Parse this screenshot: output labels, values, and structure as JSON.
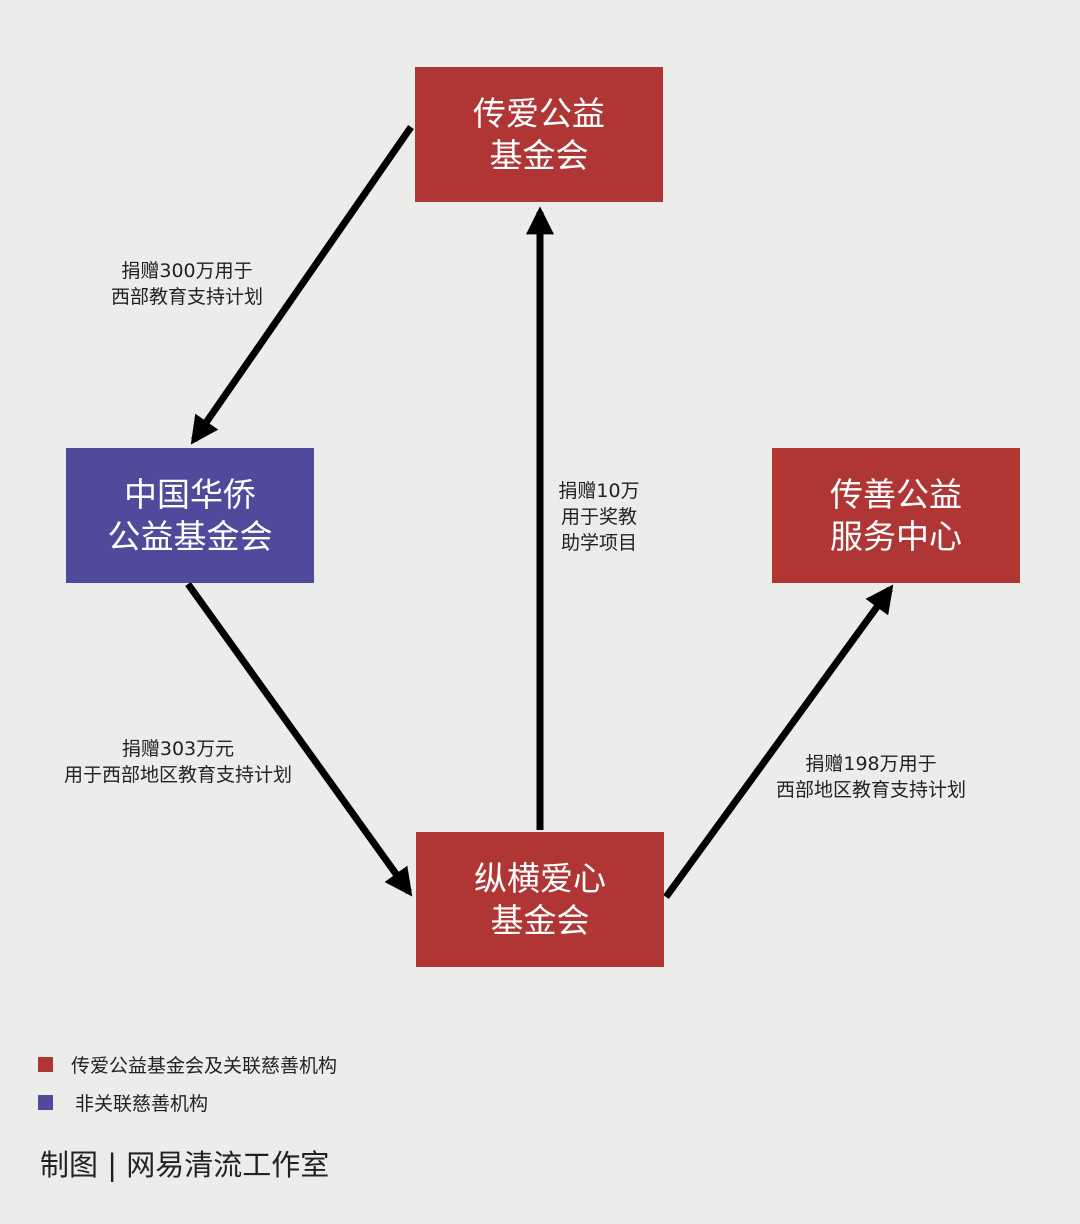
{
  "nodes": {
    "top": {
      "label": "传爱公益\n基金会",
      "color": "#b03636"
    },
    "left": {
      "label": "中国华侨\n公益基金会",
      "color": "#4f4a9b"
    },
    "right": {
      "label": "传善公益\n服务中心",
      "color": "#b03636"
    },
    "bottom": {
      "label": "纵横爱心\n基金会",
      "color": "#b03636"
    }
  },
  "edges": {
    "top_to_left": "捐赠300万用于\n西部教育支持计划",
    "left_to_bottom": "捐赠303万元\n用于西部地区教育支持计划",
    "bottom_to_top": "捐赠10万\n用于奖教\n助学项目",
    "bottom_to_right": "捐赠198万用于\n西部地区教育支持计划"
  },
  "legend": [
    {
      "label": "传爱公益基金会及关联慈善机构",
      "color": "#b03636"
    },
    {
      "label": "非关联慈善机构",
      "color": "#4f4a9b"
    }
  ],
  "credit": "制图 | 网易清流工作室"
}
